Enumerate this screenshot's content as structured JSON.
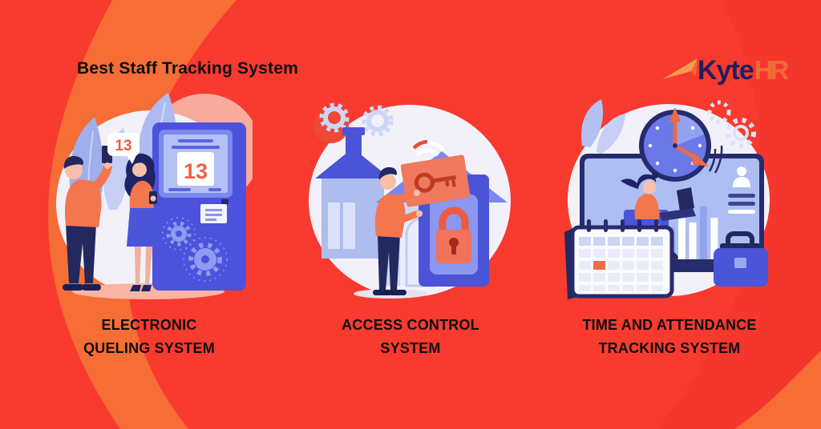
{
  "page": {
    "title": "Best Staff Tracking System"
  },
  "logo": {
    "brand": "Kyte",
    "suffix": "HR"
  },
  "colors": {
    "background_red": "#f93a2f",
    "swoosh_orange": "#f66d35",
    "heading_text": "#0d0d0d",
    "logo_navy": "#221d5e",
    "logo_orange": "#ef7a3a",
    "illustration_indigo": "#4c52dc",
    "illustration_salmon": "#f4764f",
    "illustration_periwinkle": "#aebbf0",
    "blob_white": "#f2f1f9"
  },
  "illustrations": [
    {
      "name": "electronic-queuing",
      "bubble_number": "13",
      "ticket_number": "13",
      "caption_line1": "ELECTRONIC",
      "caption_line2": "QUELING SYSTEM"
    },
    {
      "name": "access-control",
      "caption_line1": "ACCESS CONTROL",
      "caption_line2": "SYSTEM"
    },
    {
      "name": "time-attendance",
      "caption_line1": "TIME AND ATTENDANCE",
      "caption_line2": "TRACKING SYSTEM"
    }
  ]
}
